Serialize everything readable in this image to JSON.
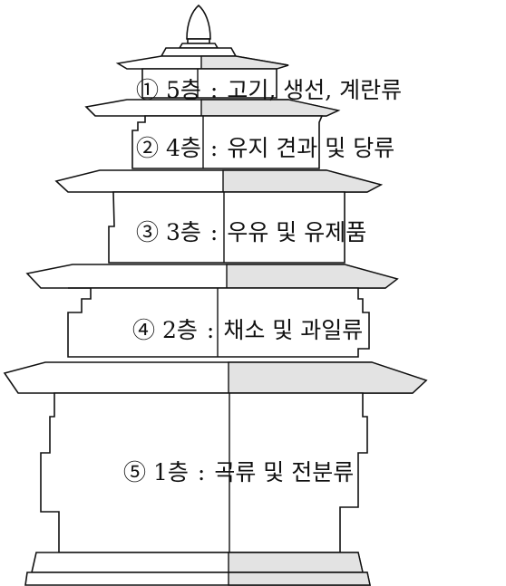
{
  "tiers": [
    {
      "number": "①",
      "floor": "5층",
      "separator": ":",
      "contents": "고기, 생선, 계란류"
    },
    {
      "number": "②",
      "floor": "4층",
      "separator": ":",
      "contents": "유지 견과 및 당류"
    },
    {
      "number": "③",
      "floor": "3층",
      "separator": ":",
      "contents": "우유 및 유제품"
    },
    {
      "number": "④",
      "floor": "2층",
      "separator": ":",
      "contents": "채소 및 과일류"
    },
    {
      "number": "⑤",
      "floor": "1층",
      "separator": ":",
      "contents": "곡류 및 전분류"
    }
  ]
}
